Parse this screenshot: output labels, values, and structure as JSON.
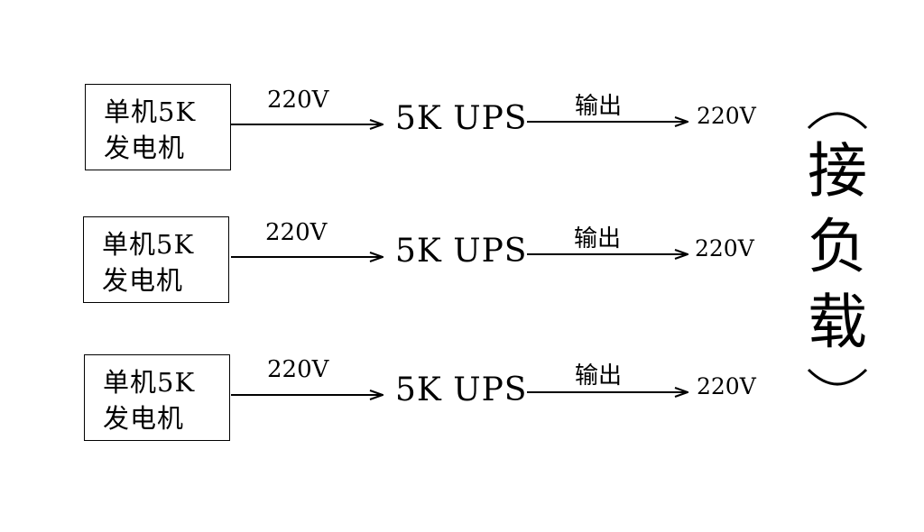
{
  "rows": [
    {
      "generator_line1": "单机5K",
      "generator_line2": "发电机",
      "input_voltage": "220V",
      "ups": "5K UPS",
      "output_label": "输出",
      "output_voltage": "220V"
    },
    {
      "generator_line1": "单机5K",
      "generator_line2": "发电机",
      "input_voltage": "220V",
      "ups": "5K UPS",
      "output_label": "输出",
      "output_voltage": "220V"
    },
    {
      "generator_line1": "单机5K",
      "generator_line2": "发电机",
      "input_voltage": "220V",
      "ups": "5K UPS",
      "output_label": "输出",
      "output_voltage": "220V"
    }
  ],
  "load": {
    "open_paren": "（",
    "char1": "接",
    "char2": "负",
    "char3": "载",
    "close_paren": "）"
  }
}
